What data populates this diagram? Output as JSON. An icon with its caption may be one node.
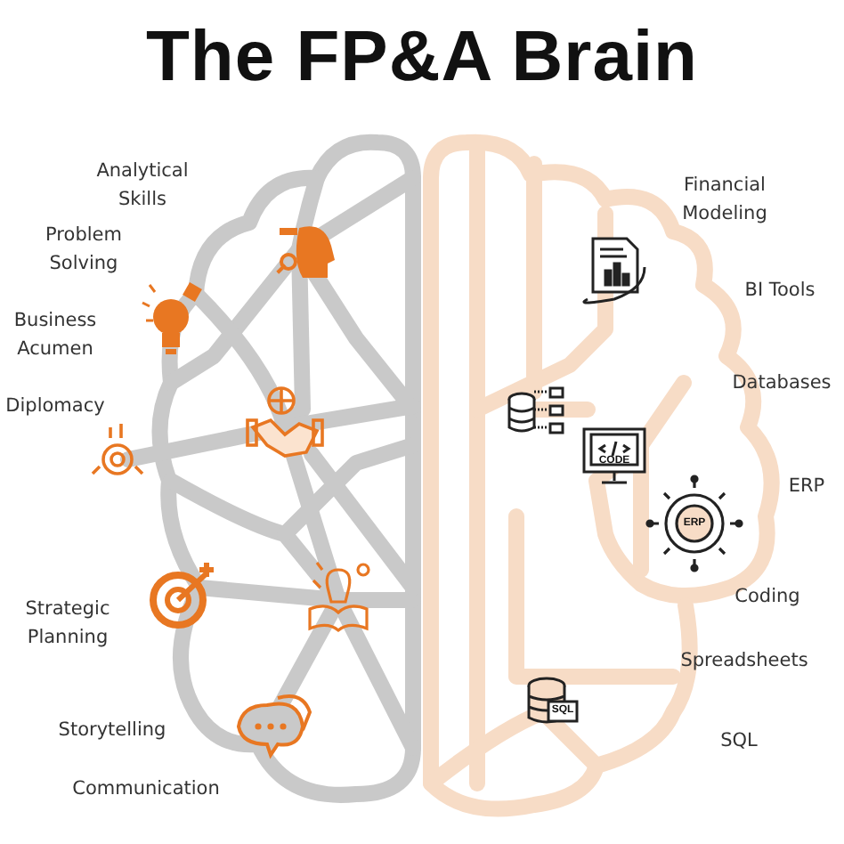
{
  "diagram": {
    "title": "The FP&A Brain",
    "labels": [
      "Analytical Skills",
      "Problem Solving",
      "Business Acumen",
      "Diplomacy",
      "Strategic Planning",
      "Storytelling",
      "Communication",
      "Financial Modeling",
      "BI Tools",
      "Databases",
      "ERP",
      "Coding",
      "Spreadsheets",
      "SQL",
      "CODE",
      "ERP",
      "SQL"
    ]
  }
}
